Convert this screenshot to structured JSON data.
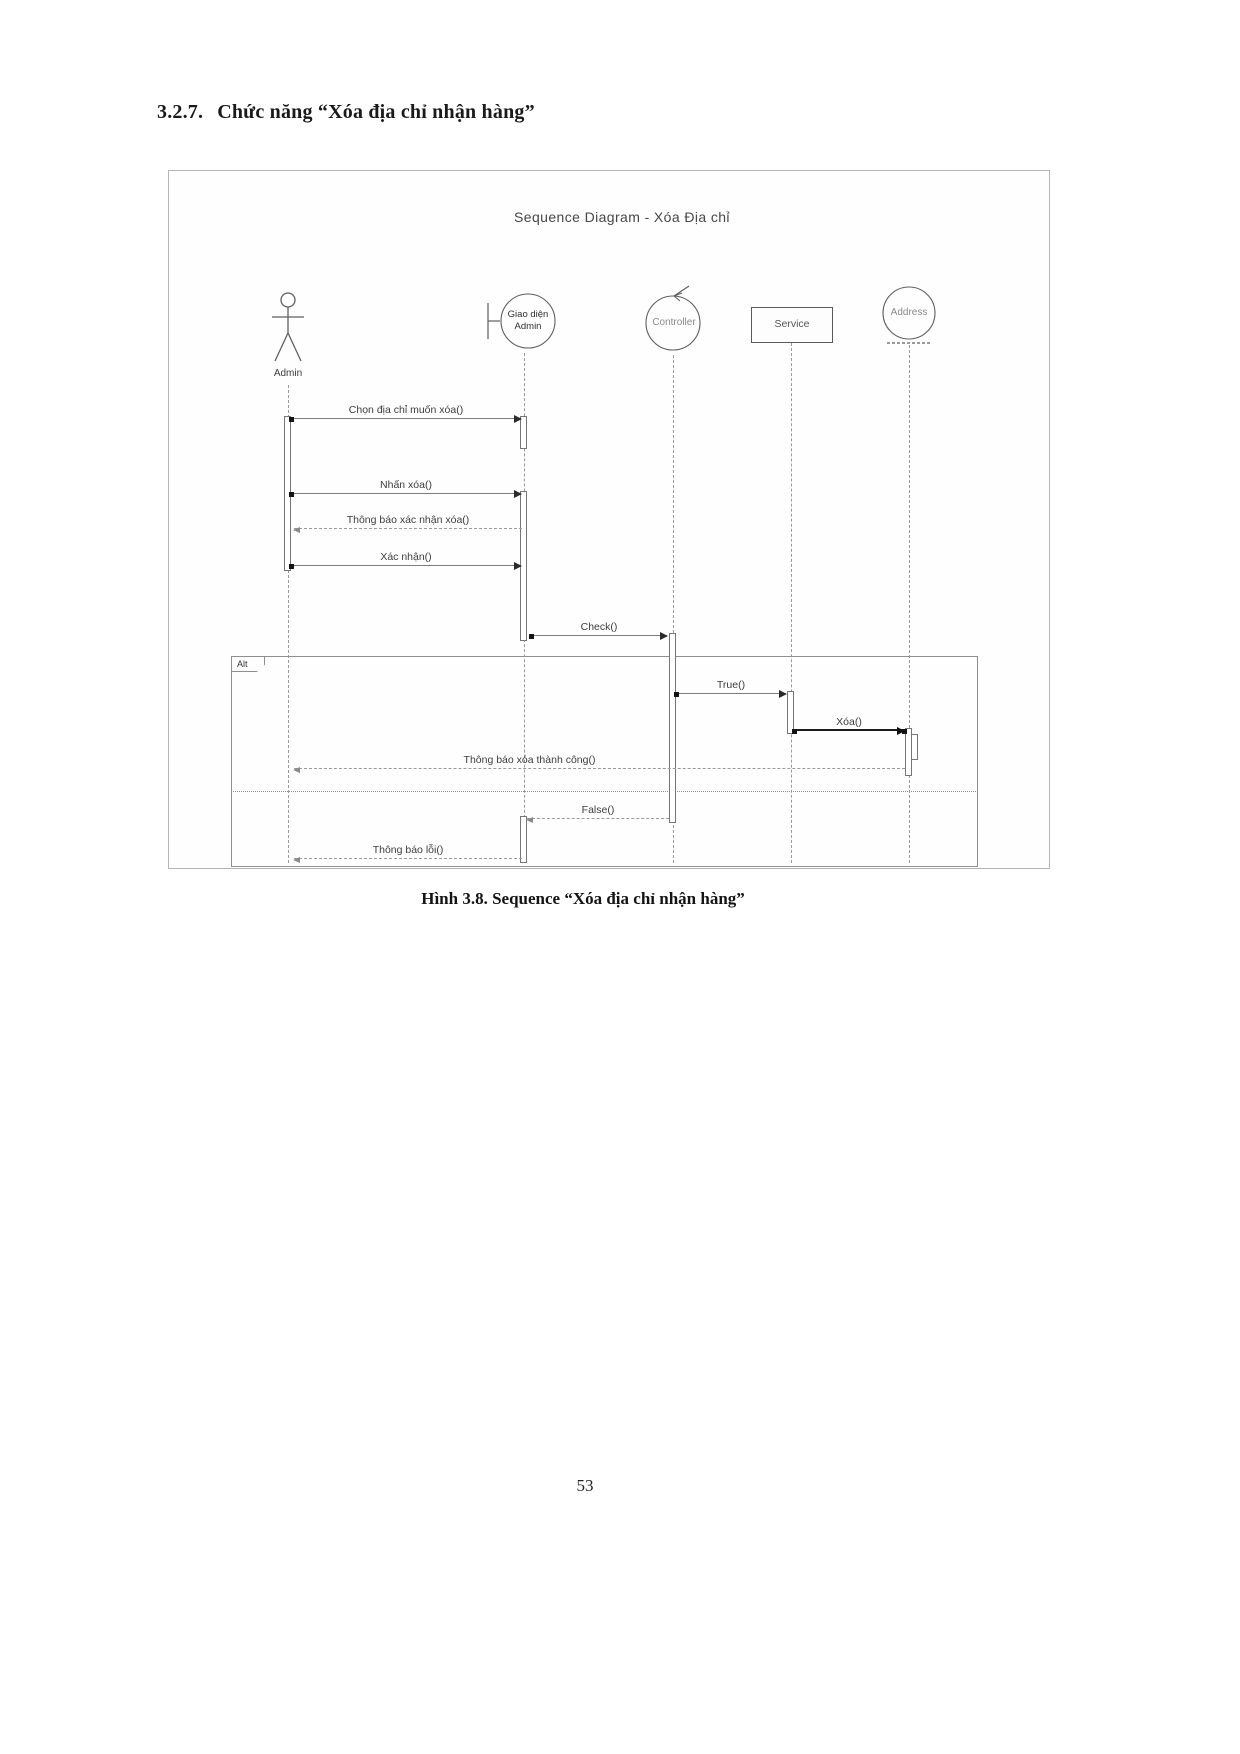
{
  "page": {
    "heading": {
      "number": "3.2.7.",
      "text": "Chức năng “Xóa địa chỉ nhận hàng”"
    },
    "figure_caption": "Hình 3.8. Sequence “Xóa địa chỉ nhận hàng”",
    "page_number": "53"
  },
  "diagram": {
    "title": "Sequence Diagram - Xóa Địa chỉ",
    "alt_label": "Alt",
    "participants": [
      {
        "label": "Admin",
        "type": "actor"
      },
      {
        "label": "Giao diện Admin",
        "lines": [
          "Giao diện",
          "Admin"
        ],
        "type": "boundary"
      },
      {
        "label": "Controller",
        "type": "control"
      },
      {
        "label": "Service",
        "type": "object"
      },
      {
        "label": "Address",
        "type": "entity"
      }
    ],
    "messages": [
      {
        "label": "Chọn địa chỉ muốn xóa()",
        "from": "Admin",
        "to": "Giao diện Admin",
        "style": "solid"
      },
      {
        "label": "Nhấn xóa()",
        "from": "Admin",
        "to": "Giao diện Admin",
        "style": "solid"
      },
      {
        "label": "Thông báo xác nhận xóa()",
        "from": "Giao diện Admin",
        "to": "Admin",
        "style": "dashed"
      },
      {
        "label": "Xác nhận()",
        "from": "Admin",
        "to": "Giao diện Admin",
        "style": "solid"
      },
      {
        "label": "Check()",
        "from": "Giao diện Admin",
        "to": "Controller",
        "style": "solid"
      },
      {
        "label": "True()",
        "from": "Controller",
        "to": "Service",
        "style": "solid"
      },
      {
        "label": "Xóa()",
        "from": "Service",
        "to": "Address",
        "style": "solid-bold"
      },
      {
        "label": "Thông báo xóa thành công()",
        "from": "Address",
        "to": "Admin",
        "style": "dashed"
      },
      {
        "label": "False()",
        "from": "Controller",
        "to": "Giao diện Admin",
        "style": "dashed"
      },
      {
        "label": "Thông báo lỗi()",
        "from": "Giao diện Admin",
        "to": "Admin",
        "style": "dashed"
      }
    ],
    "colors": {
      "line": "#7d7d7d",
      "text": "#3d3d3d",
      "frame_border": "#b5b5b5"
    }
  }
}
